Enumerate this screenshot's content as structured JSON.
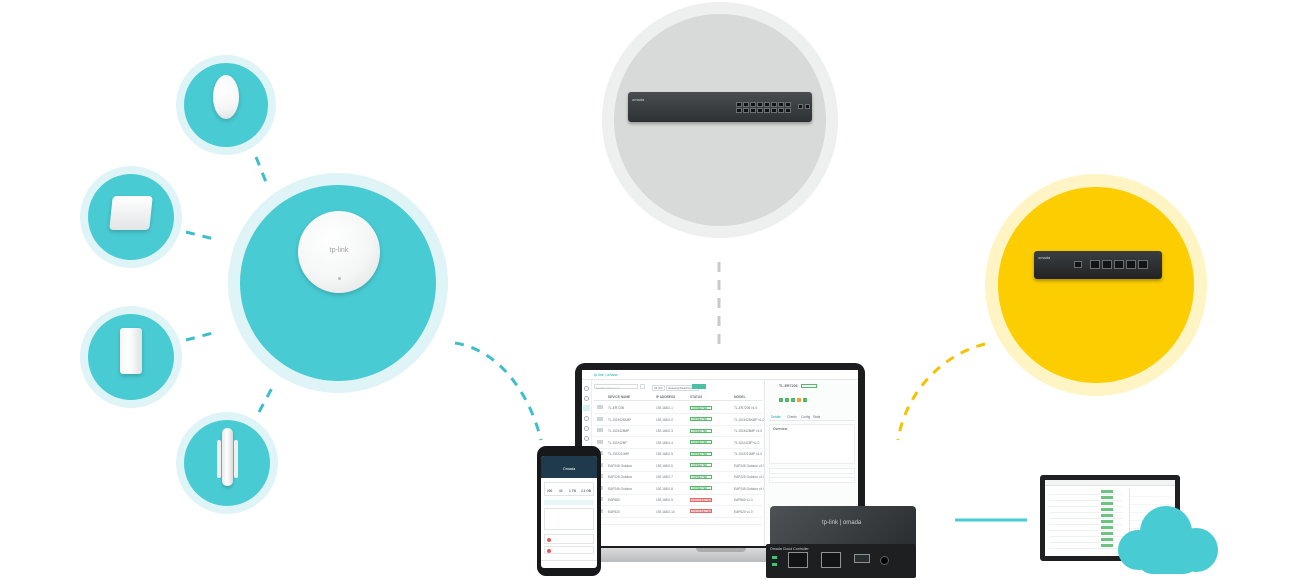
{
  "colors": {
    "teal": "#49cbd3",
    "teal_halo": "#dff4f6",
    "gray": "#d8dad9",
    "yellow": "#fccd00",
    "dash_teal": "#3cbfc9",
    "dash_gray": "#c9cbcb",
    "dash_yellow": "#f4c300"
  },
  "icons": {
    "ceiling_ap_large": "ceiling-access-point-icon",
    "ceiling_ap_small": "ceiling-access-point-icon",
    "ceiling_ap_square": "square-ceiling-access-point-icon",
    "wall_plate_ap": "wall-plate-access-point-icon",
    "outdoor_ap": "outdoor-access-point-icon",
    "switch": "poe-switch-icon",
    "router": "gateway-router-icon",
    "controller": "hardware-controller-icon",
    "cloud": "cloud-icon"
  },
  "brand": {
    "ap_logo": "tp-link",
    "switch_logo": "omada",
    "router_logo": "omada",
    "controller_logo": "tp-link | omada",
    "controller_label": "Omada Cloud Controller",
    "laptop_header": "tp-link | omada"
  },
  "laptop_ui": {
    "search_placeholder": "Search name or ip...",
    "tab_all": "All (12)",
    "tab_filter": "Gateway/Switches/APs",
    "columns": [
      "DEVICE NAME",
      "IP ADDRESS",
      "STATUS",
      "MODEL"
    ],
    "rows": [
      {
        "name": "TL-ER7206",
        "ip": "192.168.0.1",
        "status": "CONNECTED",
        "model": "TL-ER7206 v1.0",
        "ok": true
      },
      {
        "name": "TL-SG3428XMP",
        "ip": "192.168.0.2",
        "status": "CONNECTED",
        "model": "TL-SG3428XMP v1.0",
        "ok": true
      },
      {
        "name": "TL-SG3428MP",
        "ip": "192.168.0.3",
        "status": "CONNECTED",
        "model": "TL-SG3428MP v1.0",
        "ok": true
      },
      {
        "name": "TL-SG2428P",
        "ip": "192.168.0.4",
        "status": "CONNECTED",
        "model": "TL-SG2428P v1.0",
        "ok": true
      },
      {
        "name": "TL-SG2210MP",
        "ip": "192.168.0.5",
        "status": "CONNECTED",
        "model": "TL-SG2210MP v1.0",
        "ok": true
      },
      {
        "name": "EAP245 Outdoor",
        "ip": "192.168.0.6",
        "status": "CONNECTED",
        "model": "EAP245 Outdoor v1.0",
        "ok": true
      },
      {
        "name": "EAP225 Outdoor",
        "ip": "192.168.0.7",
        "status": "CONNECTED",
        "model": "EAP225 Outdoor v1.0",
        "ok": true
      },
      {
        "name": "EAP245 Outdoor",
        "ip": "192.168.0.8",
        "status": "CONNECTED",
        "model": "EAP245 Outdoor v1.0",
        "ok": true
      },
      {
        "name": "EAP660",
        "ip": "192.168.0.9",
        "status": "DISCONNECTED",
        "model": "EAP660 v1.0",
        "ok": false
      },
      {
        "name": "EAP620",
        "ip": "192.168.0.10",
        "status": "DISCONNECTED",
        "model": "EAP620 v1.0",
        "ok": false
      }
    ],
    "detail_title": "TL-ER7206",
    "detail_tabs": [
      "Details",
      "Clients",
      "Config",
      "Stats"
    ],
    "detail_section": "Overview"
  },
  "phone_ui": {
    "title": "Omada",
    "stats": [
      "200",
      "32",
      "1 TB",
      "2.3 GB"
    ]
  }
}
